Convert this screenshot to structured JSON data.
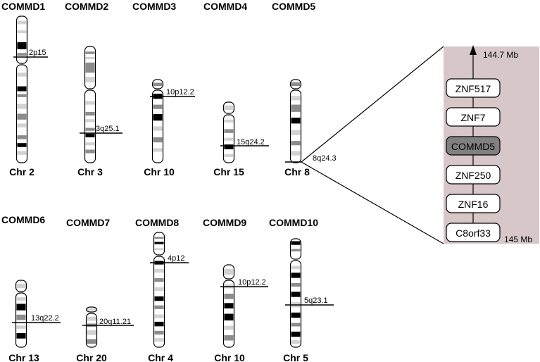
{
  "chromosomes": [
    {
      "gene": "COMMD1",
      "chr": "Chr 2",
      "band": "2p15"
    },
    {
      "gene": "COMMD2",
      "chr": "Chr 3",
      "band": "3q25.1"
    },
    {
      "gene": "COMMD3",
      "chr": "Chr 10",
      "band": "10p12.2"
    },
    {
      "gene": "COMMD4",
      "chr": "Chr 15",
      "band": "15q24.2"
    },
    {
      "gene": "COMMD5",
      "chr": "Chr 8",
      "band": "8q24.3"
    },
    {
      "gene": "COMMD6",
      "chr": "Chr 13",
      "band": "13q22.2"
    },
    {
      "gene": "COMMD7",
      "chr": "Chr 20",
      "band": "20q11.21"
    },
    {
      "gene": "COMMD8",
      "chr": "Chr 4",
      "band": "4p12"
    },
    {
      "gene": "COMMD9",
      "chr": "Chr 10",
      "band": "10p12.2"
    },
    {
      "gene": "COMMD10",
      "chr": "Chr 5",
      "band": "5q23.1"
    }
  ],
  "zoom": {
    "top_label": "144.7 Mb",
    "bottom_label": "145 Mb",
    "genes": [
      "ZNF517",
      "ZNF7",
      "COMMD5",
      "ZNF250",
      "ZNF16",
      "C8orf33"
    ],
    "highlight": "COMMD5",
    "colors": {
      "panel": "#d8c7c8",
      "highlight": "#808080",
      "box": "#ffffff"
    }
  }
}
